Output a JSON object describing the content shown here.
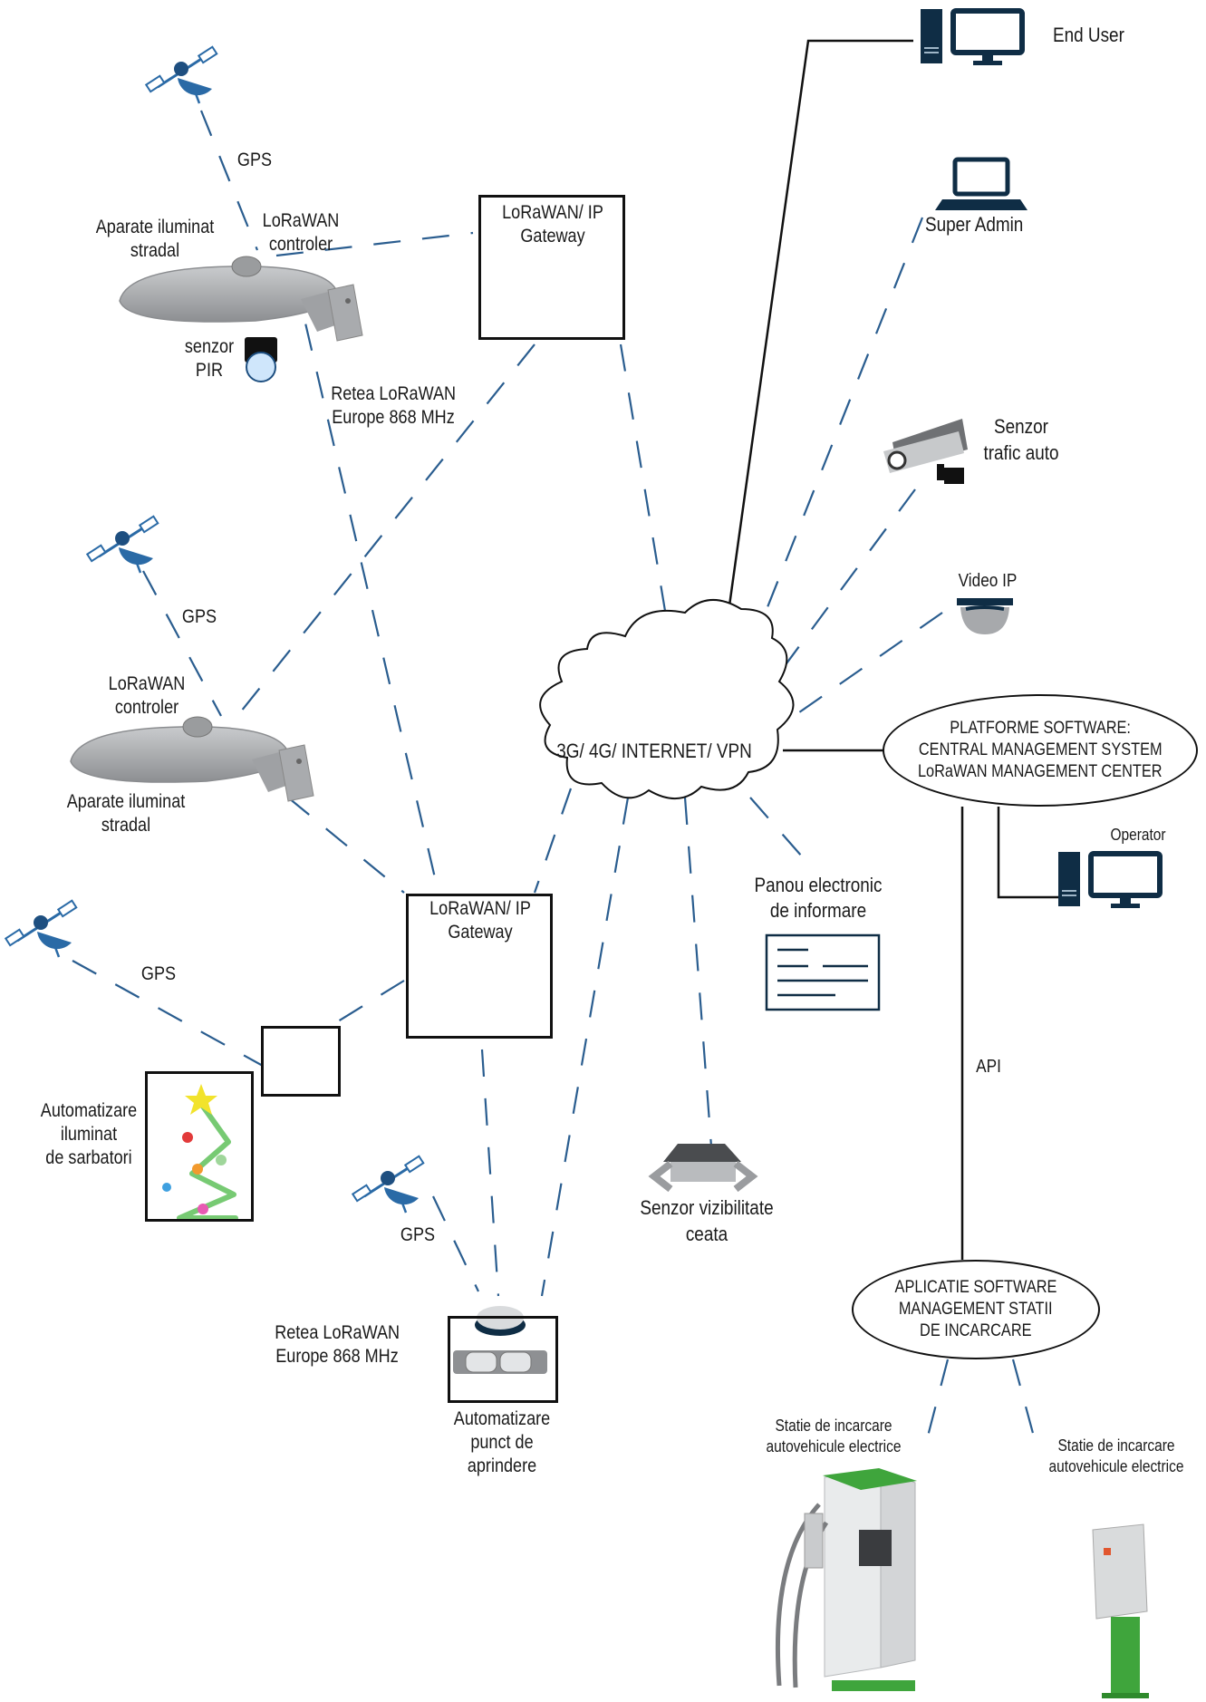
{
  "labels": {
    "end_user": "End User",
    "super_admin": "Super Admin",
    "traffic_sensor": [
      "Senzor",
      "trafic auto"
    ],
    "video_ip": "Video IP",
    "platform": [
      "PLATFORME SOFTWARE:",
      "CENTRAL MANAGEMENT SYSTEM",
      "LoRaWAN MANAGEMENT CENTER"
    ],
    "operator": "Operator",
    "cloud": "3G/ 4G/ INTERNET/ VPN",
    "info_panel": [
      "Panou electronic",
      "de informare"
    ],
    "api": "API",
    "fog_sensor": [
      "Senzor vizibilitate",
      "ceata"
    ],
    "charging_app": [
      "APLICATIE SOFTWARE",
      "MANAGEMENT STATII",
      "DE INCARCARE"
    ],
    "station_1": [
      "Statie de incarcare",
      "autovehicule electrice"
    ],
    "station_2": [
      "Statie de incarcare",
      "autovehicule electrice"
    ],
    "gateway_top": [
      "LoRaWAN/ IP",
      "Gateway"
    ],
    "gateway_bottom": [
      "LoRaWAN/ IP",
      "Gateway"
    ],
    "gps_1": "GPS",
    "gps_2": "GPS",
    "gps_3": "GPS",
    "gps_4": "GPS",
    "street_light_1": [
      "Aparate iluminat",
      "stradal"
    ],
    "controller_1": [
      "LoRaWAN",
      "controler"
    ],
    "pir": [
      "senzor",
      "PIR"
    ],
    "network_1": [
      "Retea LoRaWAN",
      "Europe 868 MHz"
    ],
    "controller_2": [
      "LoRaWAN",
      "controler"
    ],
    "street_light_2": [
      "Aparate iluminat",
      "stradal"
    ],
    "holiday": [
      "Automatizare",
      "iluminat",
      "de sarbatori"
    ],
    "network_2": [
      "Retea LoRaWAN",
      "Europe 868 MHz"
    ],
    "ignition": [
      "Automatizare",
      "punct de",
      "aprindere"
    ]
  },
  "colors": {
    "link_dashed": "#2a5d8f",
    "link_solid": "#111111",
    "device_dark": "#0f2d45",
    "satellite_blue": "#2a6aa6",
    "lamp_grey": "#a7a9ac",
    "tree_green": "#5fc15a",
    "station_green": "#3fa53c"
  }
}
